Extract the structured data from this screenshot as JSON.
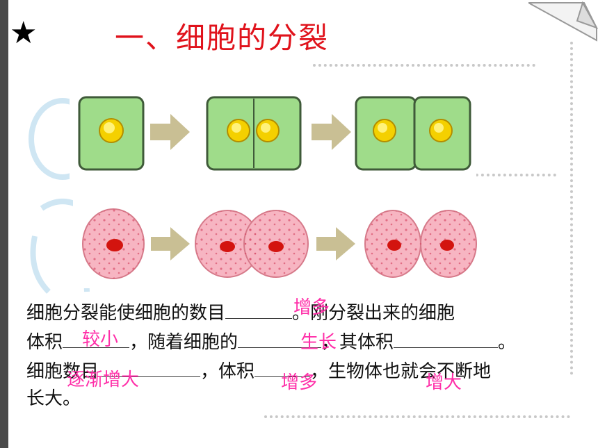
{
  "slide": {
    "star": "★",
    "title": "一、细胞的分裂"
  },
  "paragraph": {
    "line1": {
      "a": "细胞分裂能使细胞的数目",
      "b": "。刚分裂出来的细胞"
    },
    "line2": {
      "a": "体积",
      "b": "，随着细胞的",
      "c": "，其体积",
      "d": "。"
    },
    "line3": {
      "a": "细胞数目",
      "b": "，体积",
      "c": "，生物体也就会不断地"
    },
    "line4": {
      "a": "长大。"
    }
  },
  "answers": {
    "a1": "增多",
    "a2": "较小",
    "a3": "生长",
    "a4": "逐渐增大",
    "a5": "增多",
    "a6": "增大"
  },
  "colors": {
    "title": "#e0121b",
    "answer": "#ff2ea8",
    "plant_cell": "#9fdc8a",
    "animal_cell": "#f7b5c2",
    "arrow": "#c9bf94"
  }
}
